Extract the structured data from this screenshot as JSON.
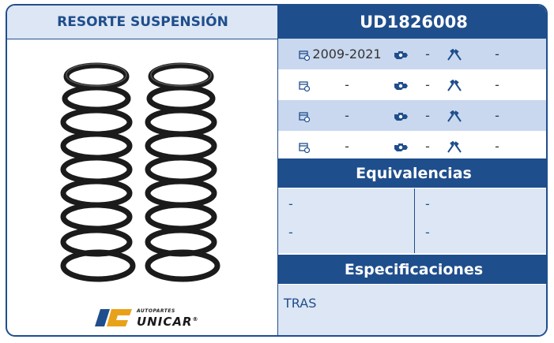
{
  "header": {
    "category": "RESORTE SUSPENSIÓN",
    "code": "UD1826008"
  },
  "applications": [
    {
      "year": "2009-2021",
      "engine": "-",
      "pistons": "-"
    },
    {
      "year": "-",
      "engine": "-",
      "pistons": "-"
    },
    {
      "year": "-",
      "engine": "-",
      "pistons": "-"
    },
    {
      "year": "-",
      "engine": "-",
      "pistons": "-"
    }
  ],
  "icons": {
    "calendar": "calendar-clock-icon",
    "engine": "engine-icon",
    "pistons": "pistons-icon"
  },
  "equivalencias": {
    "title": "Equivalencias",
    "left": [
      "-",
      "-"
    ],
    "right": [
      "-",
      "-"
    ]
  },
  "especificaciones": {
    "title": "Especificaciones",
    "text": "TRAS"
  },
  "logo": {
    "small": "AUTOPARTES",
    "big": "UNICAR",
    "reg": "®"
  },
  "colors": {
    "brand": "#1f4e8c",
    "light": "#dde6f4",
    "row_shade": "#c9d8ef"
  }
}
